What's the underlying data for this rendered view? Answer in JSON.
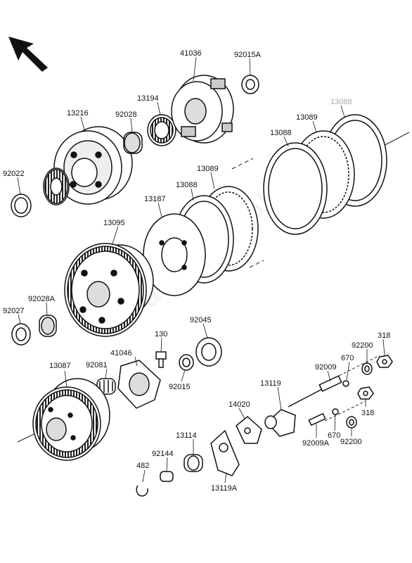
{
  "watermark": "PartsRepublik",
  "labels": {
    "p41036": "41036",
    "p92015A": "92015A",
    "p13194": "13194",
    "p13216": "13216",
    "p92028": "92028",
    "p13088_faint": "13088",
    "p13089_top": "13089",
    "p13088_top": "13088",
    "p13089_mid": "13089",
    "p13088_mid": "13088",
    "p13187": "13187",
    "p92022": "92022",
    "p13095": "13095",
    "p92027": "92027",
    "p92028A": "92028A",
    "p130": "130",
    "p92045": "92045",
    "p41046": "41046",
    "p13087": "13087",
    "p92081": "92081",
    "p92015": "92015",
    "p318_top": "318",
    "p92200_top": "92200",
    "p670_top": "670",
    "p92009": "92009",
    "p13119": "13119",
    "p14020": "14020",
    "p318_bot": "318",
    "p92200_bot": "92200",
    "p670_bot": "670",
    "p92009A": "92009A",
    "p13114": "13114",
    "p92144": "92144",
    "p482": "482",
    "p13119A": "13119A"
  }
}
